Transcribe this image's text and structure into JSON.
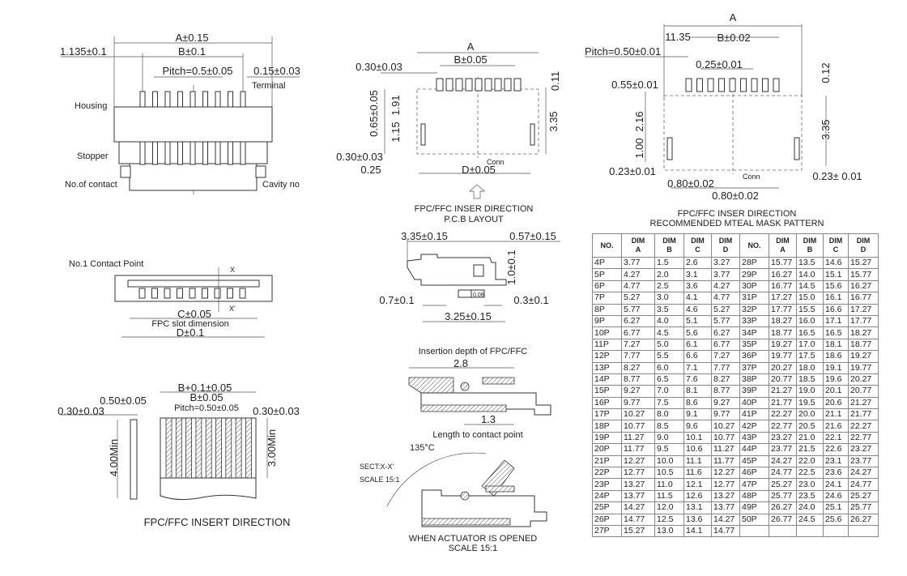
{
  "view_top": {
    "a": "A±0.15",
    "offset": "1.135±0.1",
    "b": "B±0.1",
    "pitch": "Pitch=0.5±0.05",
    "terminal_width": "0.15±0.03",
    "terminal": "Terminal",
    "housing": "Housing",
    "stopper": "Stopper",
    "no_of_contact": "No.of contact",
    "cavity_no": "Cavity no"
  },
  "view_pcb": {
    "a": "A",
    "b": "B±0.05",
    "pad_width": "0.30±0.03",
    "d011": "0.11",
    "d065": "0.65±0.05",
    "d191": "1.91",
    "d115": "1.15",
    "d335": "3.35",
    "side_pad": "0.30±0.03",
    "d025": "0.25",
    "d": "D±0.05",
    "conn": "Conn",
    "caption1": "FPC/FFC INSER DIRECTION",
    "caption2": "P.C.B LAYOUT"
  },
  "view_mask": {
    "a": "A",
    "d1135": "11.35",
    "b": "B±0.02",
    "pitch": "Pitch=0.50±0.01",
    "pad_w": "0.25±0.01",
    "d012": "0.12",
    "pad_h": "0.55±0.01",
    "d216": "2.16",
    "d100": "1.00",
    "d335": "3.35",
    "left": "0.23±0.01",
    "mid": "0.80±0.02",
    "conn": "Conn",
    "right": "0.23± 0.01",
    "bottom": "0.80±0.02",
    "caption1": "FPC/FFC INSER DIRECTION",
    "caption2": "RECOMMENDED MTEAL MASK PATTERN"
  },
  "view_side": {
    "w335": "3.35±0.15",
    "w057": "0.57±0.15",
    "h10": "1.0±0.1",
    "flatness": "0.08",
    "w07": "0.7±0.1",
    "w03": "0.3±0.1",
    "w325": "3.25±0.15"
  },
  "view_section": {
    "title": "Insertion depth of FPC/FFC",
    "d28": "2.8",
    "d13": "1.3",
    "caption": "Length to contact point"
  },
  "view_open": {
    "angle": "135°C",
    "sect": "SECT:X-X'",
    "scale": "SCALE 15:1",
    "caption1": "WHEN ACTUATOR IS OPENED",
    "caption2": "SCALE 15:1"
  },
  "view_slot": {
    "contact": "No.1 Contact Point",
    "x": "X",
    "x2": "X'",
    "c": "C±0.05",
    "label": "FPC slot dimension",
    "d": "D±0.1"
  },
  "view_fpc": {
    "b01": "B+0.1±0.05",
    "b": "B±0.05",
    "d050": "0.50±0.05",
    "pitch": "Pitch=0.50±0.05",
    "left": "0.30±0.03",
    "right": "0.30±0.03",
    "min4": "4.00Min",
    "min3": "3.00Min",
    "caption": "FPC/FFC INSERT DIRECTION"
  },
  "table": {
    "headers": [
      "NO.",
      "DIM A",
      "DIM B",
      "DIM C",
      "DIM D",
      "NO.",
      "DIM A",
      "DIM B",
      "DIM C",
      "DIM D"
    ],
    "rows": [
      [
        "4P",
        "3.77",
        "1.5",
        "2.6",
        "3.27",
        "28P",
        "15.77",
        "13.5",
        "14.6",
        "15.27"
      ],
      [
        "5P",
        "4.27",
        "2.0",
        "3.1",
        "3.77",
        "29P",
        "16.27",
        "14.0",
        "15.1",
        "15.77"
      ],
      [
        "6P",
        "4.77",
        "2.5",
        "3.6",
        "4.27",
        "30P",
        "16.77",
        "14.5",
        "15.6",
        "16.27"
      ],
      [
        "7P",
        "5.27",
        "3.0",
        "4.1",
        "4.77",
        "31P",
        "17.27",
        "15.0",
        "16.1",
        "16.77"
      ],
      [
        "8P",
        "5.77",
        "3.5",
        "4.6",
        "5.27",
        "32P",
        "17.77",
        "15.5",
        "16.6",
        "17.27"
      ],
      [
        "9P",
        "6.27",
        "4.0",
        "5.1",
        "5.77",
        "33P",
        "18.27",
        "16.0",
        "17.1",
        "17.77"
      ],
      [
        "10P",
        "6.77",
        "4.5",
        "5.6",
        "6.27",
        "34P",
        "18.77",
        "16.5",
        "16.5",
        "18.27"
      ],
      [
        "11P",
        "7.27",
        "5.0",
        "6.1",
        "6.77",
        "35P",
        "19.27",
        "17.0",
        "18.1",
        "18.77"
      ],
      [
        "12P",
        "7.77",
        "5.5",
        "6.6",
        "7.27",
        "36P",
        "19.77",
        "17.5",
        "18.6",
        "19.27"
      ],
      [
        "13P",
        "8.27",
        "6.0",
        "7.1",
        "7.77",
        "37P",
        "20.27",
        "18.0",
        "19.1",
        "19.77"
      ],
      [
        "14P",
        "8.77",
        "6.5",
        "7.6",
        "8.27",
        "38P",
        "20.77",
        "18.5",
        "19.6",
        "20.27"
      ],
      [
        "15P",
        "9.27",
        "7.0",
        "8.1",
        "8.77",
        "39P",
        "21.27",
        "19.0",
        "20.1",
        "20.77"
      ],
      [
        "16P",
        "9.77",
        "7.5",
        "8.6",
        "9.27",
        "40P",
        "21.77",
        "19.5",
        "20.6",
        "21.27"
      ],
      [
        "17P",
        "10.27",
        "8.0",
        "9.1",
        "9.77",
        "41P",
        "22.27",
        "20.0",
        "21.1",
        "21.77"
      ],
      [
        "18P",
        "10.77",
        "8.5",
        "9.6",
        "10.27",
        "42P",
        "22.77",
        "20.5",
        "21.6",
        "22.27"
      ],
      [
        "19P",
        "11.27",
        "9.0",
        "10.1",
        "10.77",
        "43P",
        "23.27",
        "21.0",
        "22.1",
        "22.77"
      ],
      [
        "20P",
        "11.77",
        "9.5",
        "10.6",
        "11.27",
        "44P",
        "23.77",
        "21.5",
        "22.6",
        "23.27"
      ],
      [
        "21P",
        "12.27",
        "10.0",
        "11.1",
        "11.77",
        "45P",
        "24.27",
        "22.0",
        "23.1",
        "23.77"
      ],
      [
        "22P",
        "12.77",
        "10.5",
        "11.6",
        "12.27",
        "46P",
        "24.77",
        "22.5",
        "23.6",
        "24.27"
      ],
      [
        "23P",
        "13.27",
        "11.0",
        "12.1",
        "12.77",
        "47P",
        "25.27",
        "23.0",
        "24.1",
        "24.77"
      ],
      [
        "24P",
        "13.77",
        "11.5",
        "12.6",
        "13.27",
        "48P",
        "25.77",
        "23.5",
        "24.6",
        "25.27"
      ],
      [
        "25P",
        "14.27",
        "12.0",
        "13.1",
        "13.77",
        "49P",
        "26.27",
        "24.0",
        "25.1",
        "25.77"
      ],
      [
        "26P",
        "14.77",
        "12.5",
        "13.6",
        "14.27",
        "50P",
        "26.77",
        "24.5",
        "25.6",
        "26.27"
      ],
      [
        "27P",
        "15.27",
        "13.0",
        "14.1",
        "14.77",
        "",
        "",
        "",
        "",
        ""
      ]
    ]
  }
}
